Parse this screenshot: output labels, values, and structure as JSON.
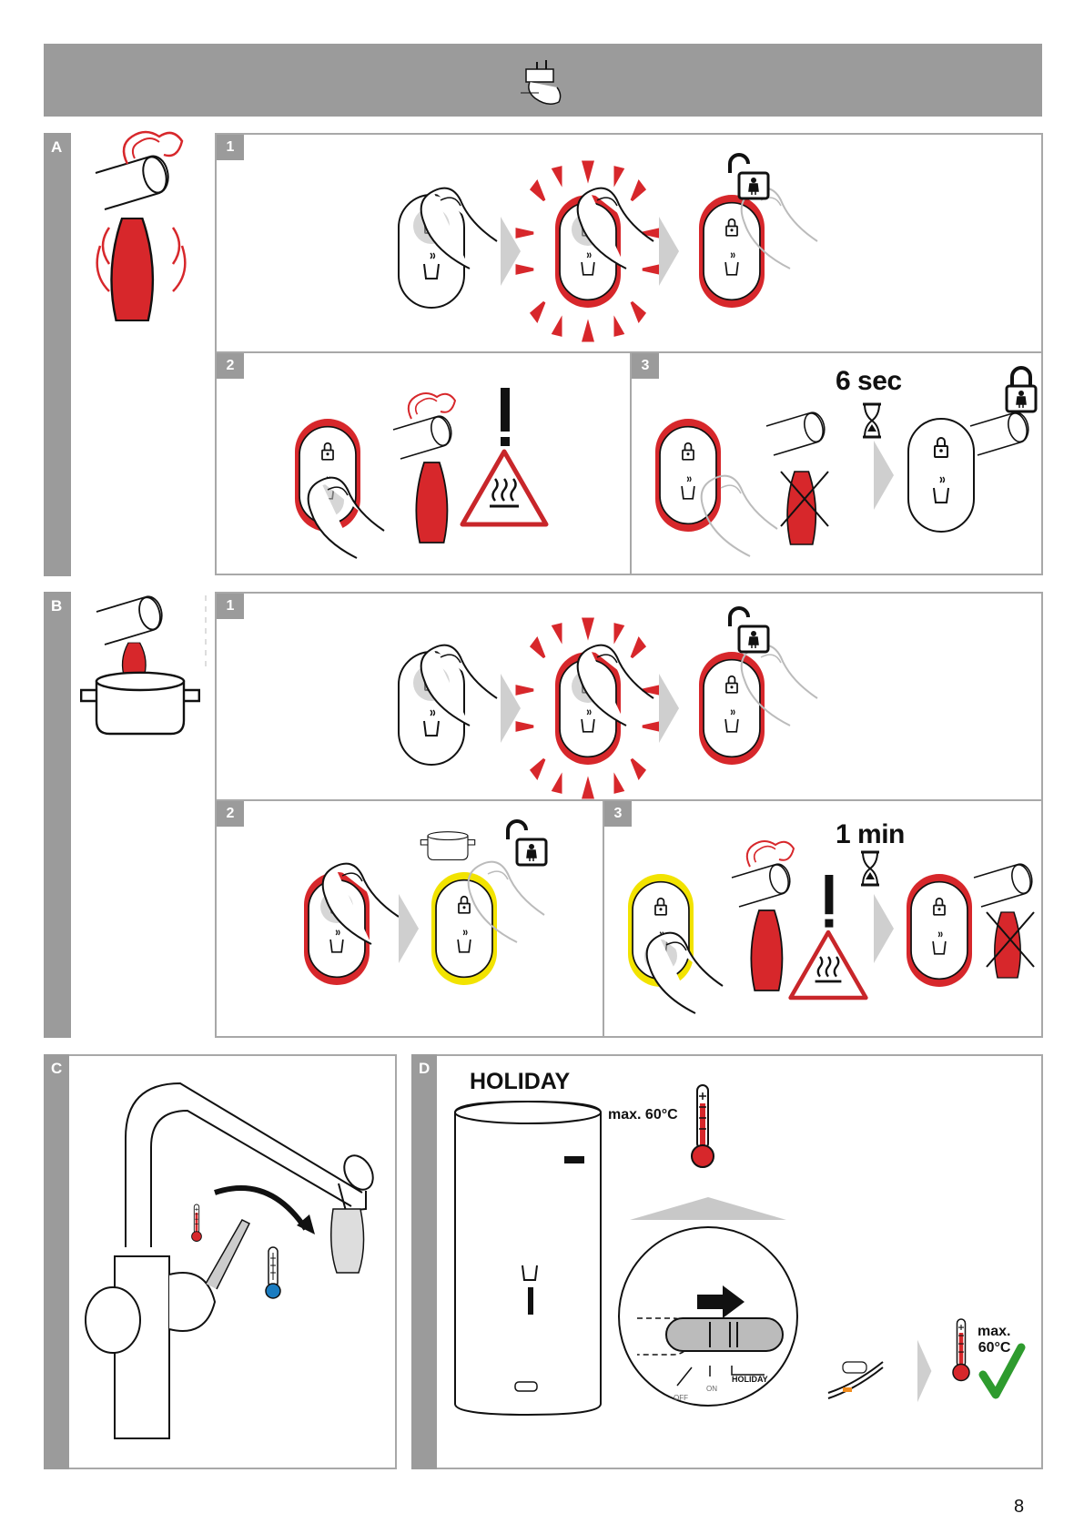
{
  "sections": {
    "A": {
      "letter": "A",
      "steps": [
        "1",
        "2",
        "3"
      ],
      "timer_label": "6 sec"
    },
    "B": {
      "letter": "B",
      "steps": [
        "1",
        "2",
        "3"
      ],
      "timer_label": "1 min"
    },
    "C": {
      "letter": "C"
    },
    "D": {
      "letter": "D",
      "title": "HOLIDAY",
      "temp_label_1": "max. 60°C",
      "temp_label_2_line1": "max.",
      "temp_label_2_line2": "60°C",
      "switch_labels": [
        "OFF",
        "ON",
        "HOLIDAY"
      ]
    }
  },
  "page_number": "8",
  "colors": {
    "header_gray": "#9b9b9b",
    "border_gray": "#a8a8a8",
    "hot_red": "#d7272b",
    "yellow": "#f2e300",
    "check_green": "#2e9b2e",
    "cold_blue": "#1a7cc1"
  }
}
